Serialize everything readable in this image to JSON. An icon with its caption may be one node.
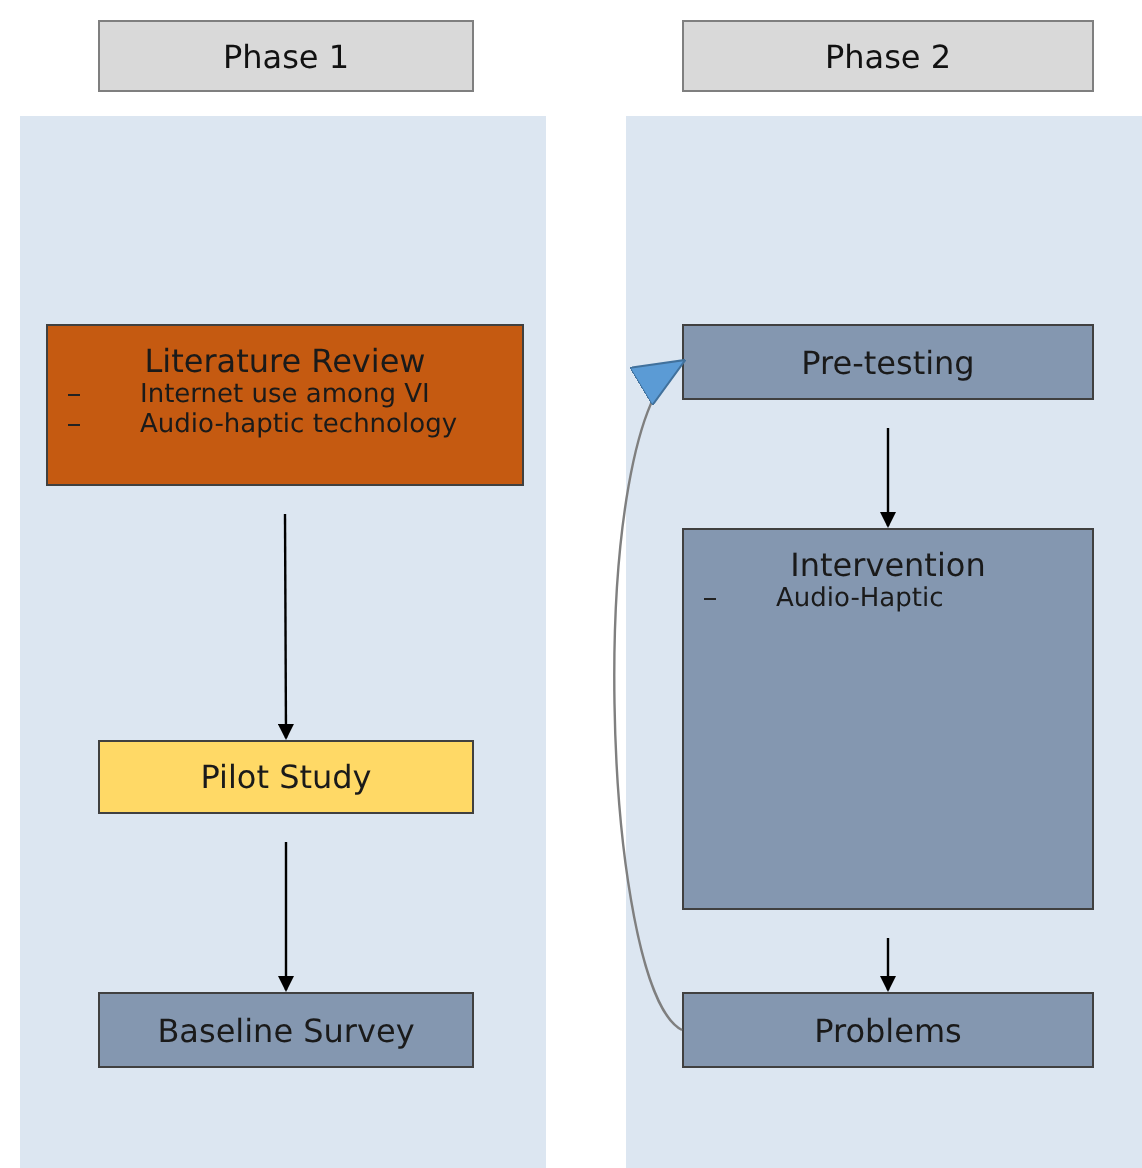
{
  "diagram": {
    "nodes": [
      {
        "text": [
          "Phase 1"
        ]
      },
      {
        "text": [
          "Phase 2"
        ]
      },
      {
        "text": [],
        "shape": "box"
      },
      {
        "text": [
          "Literature Review",
          "Internet use among VI",
          "Audio-haptic technology"
        ],
        "in": 2
      },
      {
        "text": [
          "Pilot Study"
        ],
        "in": 2
      },
      {
        "text": [
          "Baseline Survey"
        ],
        "in": 2
      },
      {
        "text": [],
        "shape": "box"
      },
      {
        "text": [
          "Pre-testing"
        ],
        "in": 6
      },
      {
        "text": [
          "Intervention",
          "Audio-Haptic"
        ],
        "in": 6
      },
      {
        "text": [
          "Problems"
        ],
        "in": 6
      }
    ],
    "edges": [
      {
        "from": 3,
        "to": 4,
        "arrow": "to"
      },
      {
        "from": 4,
        "to": 5,
        "arrow": "to"
      },
      {
        "from": 7,
        "to": 8,
        "arrow": "to"
      },
      {
        "from": 8,
        "to": 9,
        "arrow": "to"
      },
      {
        "from": 9,
        "to": 7,
        "arrow": "to",
        "color": "#7f7f7f"
      }
    ]
  }
}
